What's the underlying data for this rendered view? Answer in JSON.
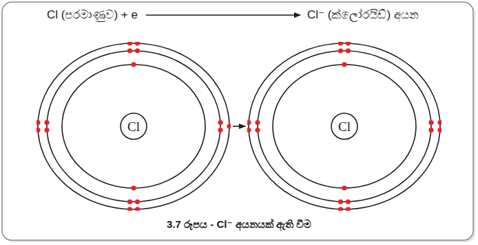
{
  "diagram": {
    "caption": "3.7 රූපය - Cl⁻ අයනයක් ඇති වීම",
    "nodes": [
      {
        "text": [
          "Cl"
        ]
      },
      {
        "text": [
          "Cl"
        ]
      }
    ],
    "edges": [
      {
        "from": 0,
        "to": 1,
        "arrow": "to"
      }
    ],
    "labels": [
      "Cl (පරමාණුව) + e",
      "Cl⁻ (ක්ලෝරයිඩ්) අයන"
    ]
  }
}
